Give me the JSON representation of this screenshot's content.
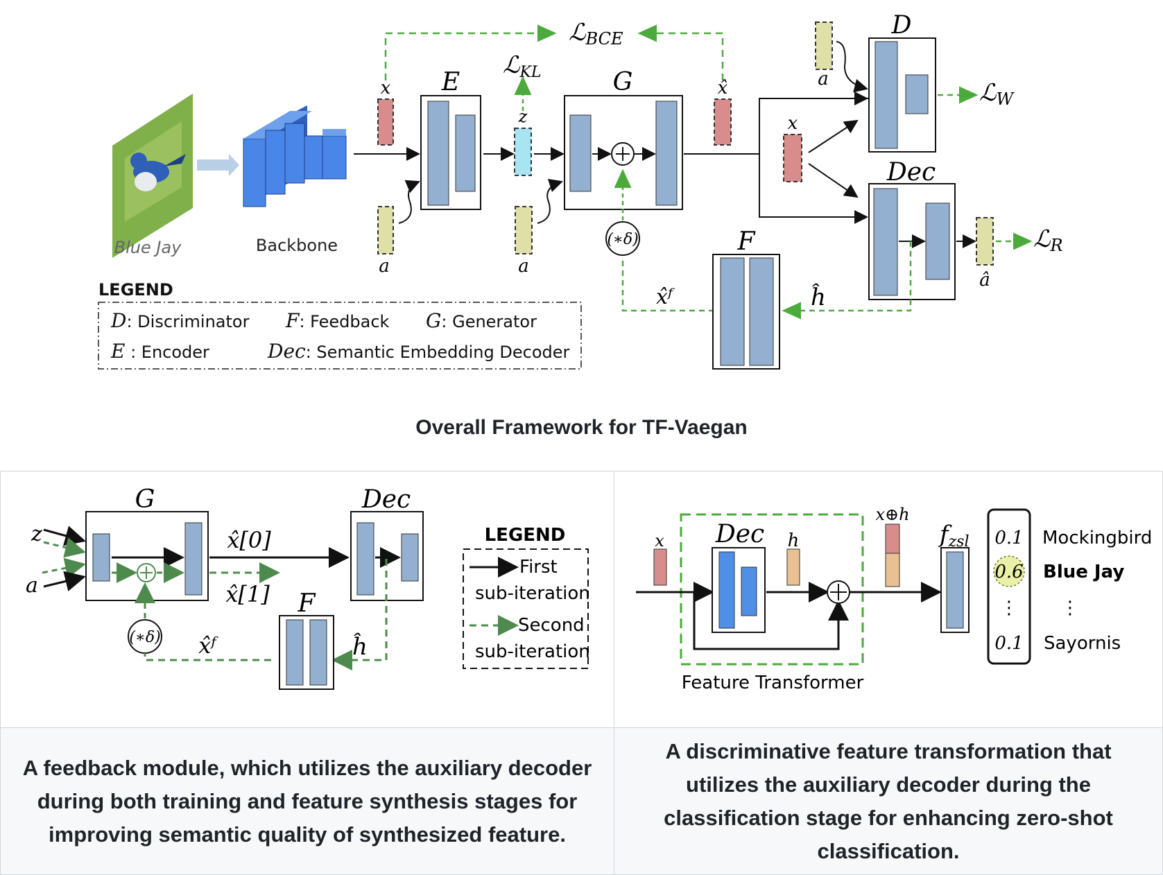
{
  "top": {
    "image_label": "Blue Jay",
    "backbone_label": "Backbone",
    "math": {
      "x": "x",
      "a": "a",
      "z": "z",
      "E": "E",
      "G": "G",
      "D": "D",
      "Dec": "Dec",
      "F": "F",
      "xhat": "x̂",
      "ahat": "â",
      "hhat": "ĥ",
      "xhat_f": "x̂ᶠ",
      "delta": "(∗δ)",
      "L": "ℒ",
      "L_BCE_sub": "BCE",
      "L_KL_sub": "KL",
      "L_W_sub": "W",
      "L_R_sub": "R"
    },
    "legend": {
      "title": "LEGEND",
      "D_sym": "D",
      "D_text": ": Discriminator",
      "F_sym": "F",
      "F_text": ": Feedback",
      "G_sym": "G",
      "G_text": ": Generator",
      "E_sym": "E",
      "E_text": " : Encoder",
      "Dec_sym": "Dec",
      "Dec_text": ": Semantic Embedding Decoder"
    }
  },
  "title": "Overall Framework for TF-Vaegan",
  "left_panel": {
    "G": "G",
    "Dec": "Dec",
    "F": "F",
    "z": "z",
    "a": "a",
    "xhat0": "x̂[0]",
    "xhat1": "x̂[1]",
    "xhat_f": "x̂ᶠ",
    "hhat": "ĥ",
    "delta": "(∗δ)",
    "legend": {
      "title": "LEGEND",
      "first_a": "First",
      "first_b": "sub-iteration",
      "second_a": "Second",
      "second_b": "sub-iteration"
    },
    "caption": "A feedback module, which utilizes the auxiliary decoder during both training and feature synthesis stages for improving semantic quality of synthesized feature."
  },
  "right_panel": {
    "x": "x",
    "Dec": "Dec",
    "h": "h",
    "x_plus_h": "x⊕h",
    "f_zsl": "f",
    "f_zsl_sub": "zsl",
    "feature_transformer": "Feature Transformer",
    "scores": [
      "0.1",
      "0.6",
      "0.1"
    ],
    "classes": [
      "Mockingbird",
      "Blue Jay",
      "Sayornis"
    ],
    "caption": "A discriminative feature transformation that utilizes the auxiliary decoder during the classification stage for enhancing zero-shot classification."
  },
  "colors": {
    "block_blue": "#94b0d0",
    "bright_blue": "#4f8fe6",
    "red_feat": "#d98c8c",
    "yellow_feat": "#dfe0a8",
    "cyan_feat": "#a9e4f2",
    "orange_feat": "#e8c092",
    "green_dash": "#4caa3c",
    "dark_green": "#4e8a4e"
  }
}
